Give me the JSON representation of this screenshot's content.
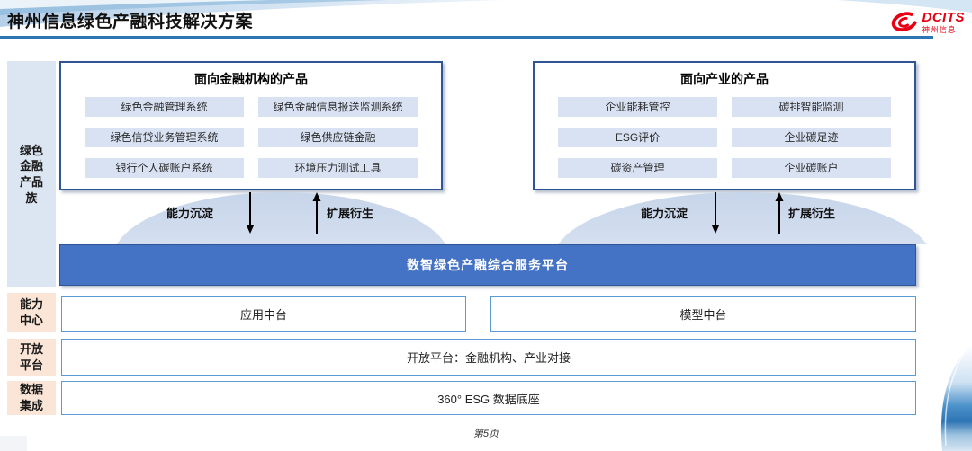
{
  "page": {
    "title": "神州信息绿色产融科技解决方案",
    "page_number": "第5页"
  },
  "logo": {
    "icon": "dcits-swirl-icon",
    "brand": "DCITS",
    "brand_cn": "神州信息"
  },
  "sidebar": {
    "product_family": "绿色金融产品族",
    "capability_center": "能力中心",
    "open_platform": "开放平台",
    "data_integration": "数据集成"
  },
  "finance_box": {
    "title": "面向金融机构的产品",
    "items": [
      "绿色金融管理系统",
      "绿色金融信息报送监测系统",
      "绿色信贷业务管理系统",
      "绿色供应链金融",
      "银行个人碳账户系统",
      "环境压力测试工具"
    ]
  },
  "industry_box": {
    "title": "面向产业的产品",
    "items": [
      "企业能耗管控",
      "碳排智能监测",
      "ESG评价",
      "企业碳足迹",
      "碳资产管理",
      "企业碳账户"
    ]
  },
  "arrows": {
    "down_label": "能力沉淀",
    "up_label": "扩展衍生"
  },
  "platform_banner": "数智绿色产融综合服务平台",
  "capability_row": {
    "items": [
      "应用中台",
      "模型中台"
    ]
  },
  "open_platform_row": "开放平台：金融机构、产业对接",
  "data_row": "360° ESG 数据底座",
  "colors": {
    "banner_blue": "#4472c4",
    "box_border_blue": "#2f5597",
    "item_fill_blue": "#d9e2f3",
    "rail_blue": "#dce6f2",
    "rail_peach": "#fbe5d6",
    "row_border_blue": "#5b9bd5",
    "title_rule_blue": "#2e75b5",
    "logo_red": "#e60012"
  }
}
